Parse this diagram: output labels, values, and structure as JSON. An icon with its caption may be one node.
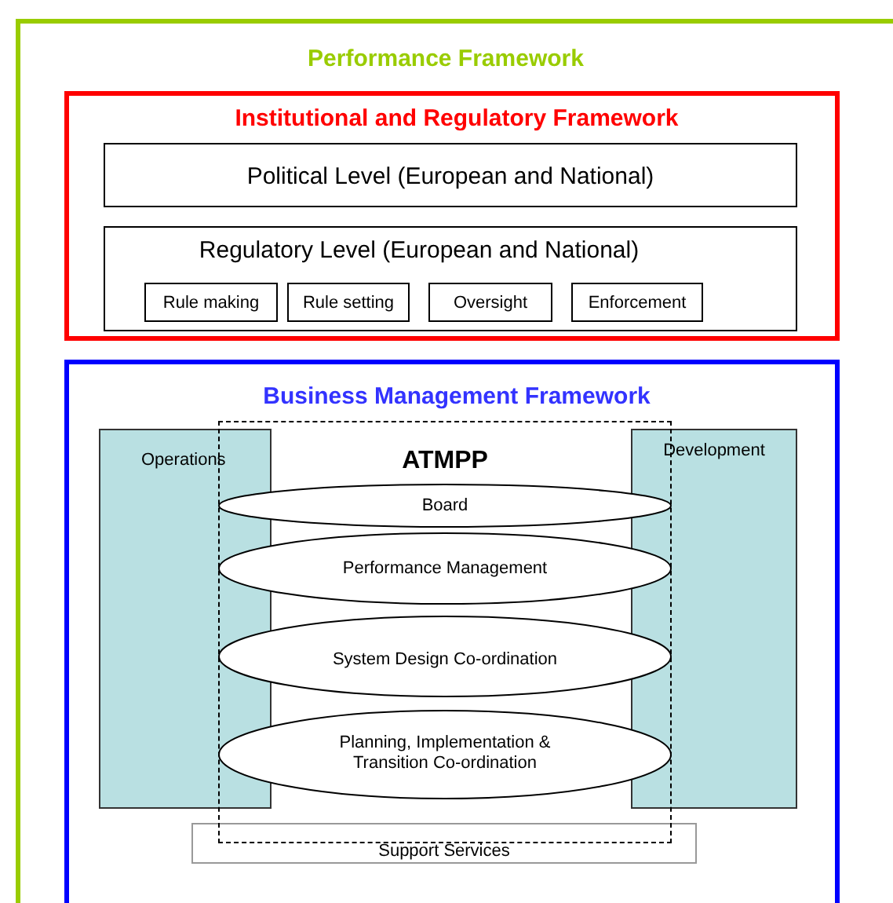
{
  "diagram": {
    "nodes": [
      {
        "text": [
          "Performance Framework"
        ]
      },
      {
        "text": [
          "Institutional and Regulatory Framework"
        ],
        "in": 0
      },
      {
        "text": [
          "Political Level (European and National)"
        ],
        "in": 1
      },
      {
        "text": [
          "Regulatory Level (European and National)"
        ],
        "in": 1
      },
      {
        "text": [
          "Rule making"
        ],
        "in": 3
      },
      {
        "text": [
          "Rule setting"
        ],
        "in": 3
      },
      {
        "text": [
          "Oversight"
        ],
        "in": 3
      },
      {
        "text": [
          "Enforcement"
        ],
        "in": 3
      },
      {
        "text": [
          "Business Management Framework"
        ],
        "in": 0
      },
      {
        "text": [
          "Operations"
        ],
        "in": 8
      },
      {
        "text": [
          "Development"
        ],
        "in": 8
      },
      {
        "text": [
          "ATMPP"
        ],
        "in": 8
      },
      {
        "text": [
          "Board"
        ],
        "in": 11
      },
      {
        "text": [
          "Performance Management"
        ],
        "in": 11
      },
      {
        "text": [
          "System Design Co-ordination"
        ],
        "in": 11
      },
      {
        "text": [
          "Planning, Implementation & Transition Co-ordination"
        ],
        "in": 11
      },
      {
        "text": [
          "Support Services"
        ],
        "in": 8
      }
    ]
  }
}
